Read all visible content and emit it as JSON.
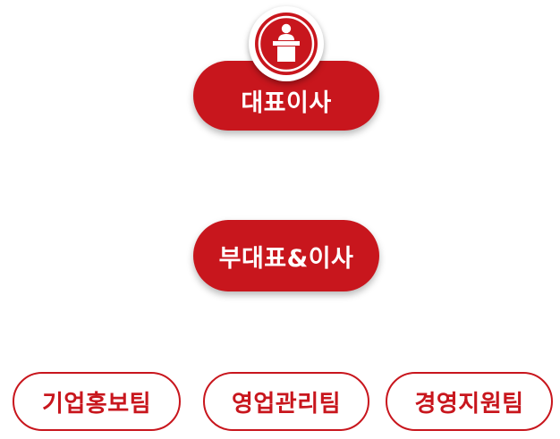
{
  "top": {
    "label": "대표이사",
    "icon": "podium-speaker-icon"
  },
  "middle": {
    "label": "부대표&이사"
  },
  "teams": [
    {
      "label": "기업홍보팀"
    },
    {
      "label": "영업관리팀"
    },
    {
      "label": "경영지원팀"
    }
  ],
  "colors": {
    "primary": "#c8161d",
    "background": "#ffffff"
  }
}
